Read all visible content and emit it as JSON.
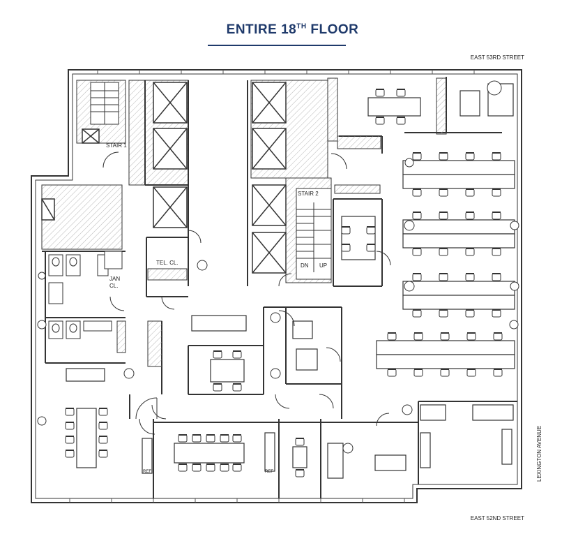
{
  "title": {
    "main": "ENTIRE 18",
    "sup": "TH",
    "rest": " FLOOR"
  },
  "labels": {
    "street_north": "EAST 53RD STREET",
    "street_south": "EAST 52ND STREET",
    "avenue_east": "LEXINGTON AVENUE",
    "stair1": "STAIR 1",
    "stair2": "STAIR 2",
    "tel_cl": "TEL. CL.",
    "jan": "JAN",
    "cl": "CL.",
    "dn": "DN",
    "up": "UP",
    "ref1": "REF",
    "ref2": "REF"
  },
  "colors": {
    "title": "#1f3a6b",
    "line": "#333333",
    "hatch": "#9a9a9a"
  }
}
